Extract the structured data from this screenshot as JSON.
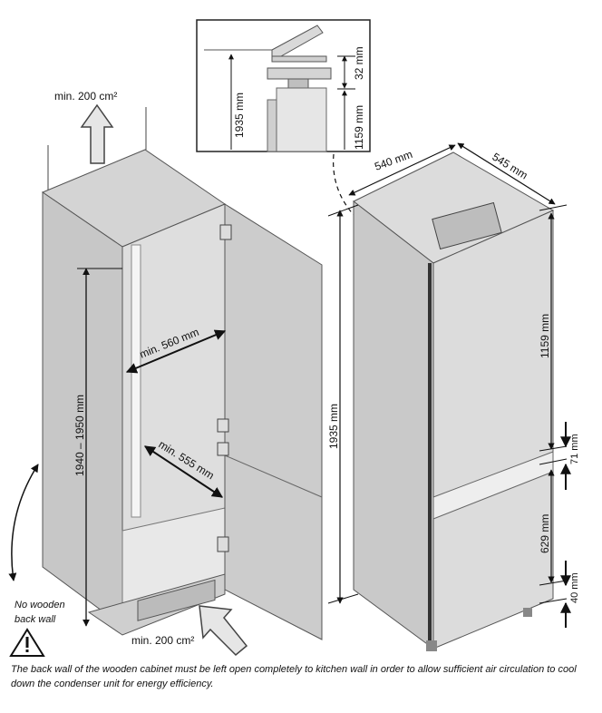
{
  "cabinet": {
    "ventilation_top": "min. 200 cm²",
    "ventilation_bottom": "min. 200 cm²",
    "height": "1940 – 1950 mm",
    "width": "min. 560 mm",
    "depth": "min. 555 mm",
    "no_back_wall_line1": "No wooden",
    "no_back_wall_line2": "back wall"
  },
  "fridge": {
    "width": "540 mm",
    "depth": "545 mm",
    "total_height": "1935 mm",
    "upper_section": "1159 mm",
    "gap_mid": "71 mm",
    "lower_section": "629 mm",
    "bottom_gap": "40 mm"
  },
  "detail": {
    "height_total": "1935 mm",
    "height_upper": "1159 mm",
    "top_gap": "32 mm"
  },
  "footnote": "The back wall of the wooden cabinet must be left open completely to kitchen wall in order to allow sufficient air circulation to cool down the condenser unit for energy efficiency."
}
